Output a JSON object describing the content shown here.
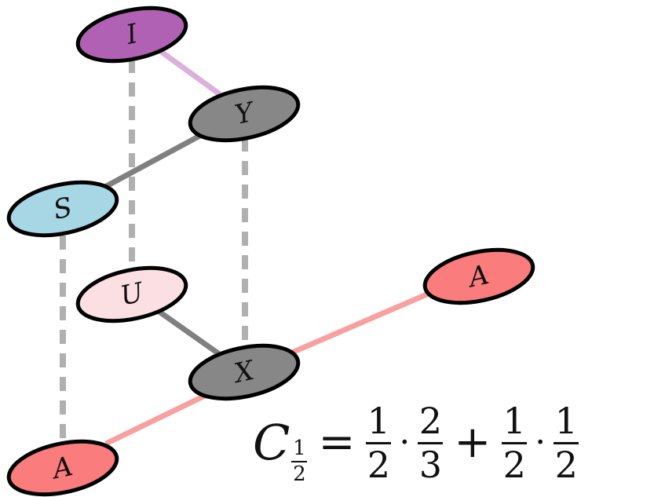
{
  "nodes": {
    "I": {
      "label": "I",
      "color": "#b061b4"
    },
    "Y": {
      "label": "Y",
      "color": "#878787"
    },
    "S": {
      "label": "S",
      "color": "#a7d6e4"
    },
    "U": {
      "label": "U",
      "color": "#fcdfe3"
    },
    "X": {
      "label": "X",
      "color": "#878787"
    },
    "A_top": {
      "label": "A",
      "color": "#fa7c7c"
    },
    "A_bottom": {
      "label": "A",
      "color": "#fa7c7c"
    }
  },
  "edge_colors": {
    "I_Y": "#dbb0dd",
    "Y_S": "#808080",
    "U_X": "#808080",
    "X_A": "#f8a0a0",
    "dashed": "#b0b0b0"
  },
  "formula": {
    "C": "C",
    "sub_num": "1",
    "sub_den": "2",
    "equals": "=",
    "t1_num": "1",
    "t1_den": "2",
    "dot1": "·",
    "t2_num": "2",
    "t2_den": "3",
    "plus": "+",
    "t3_num": "1",
    "t3_den": "2",
    "dot2": "·",
    "t4_num": "1",
    "t4_den": "2"
  }
}
